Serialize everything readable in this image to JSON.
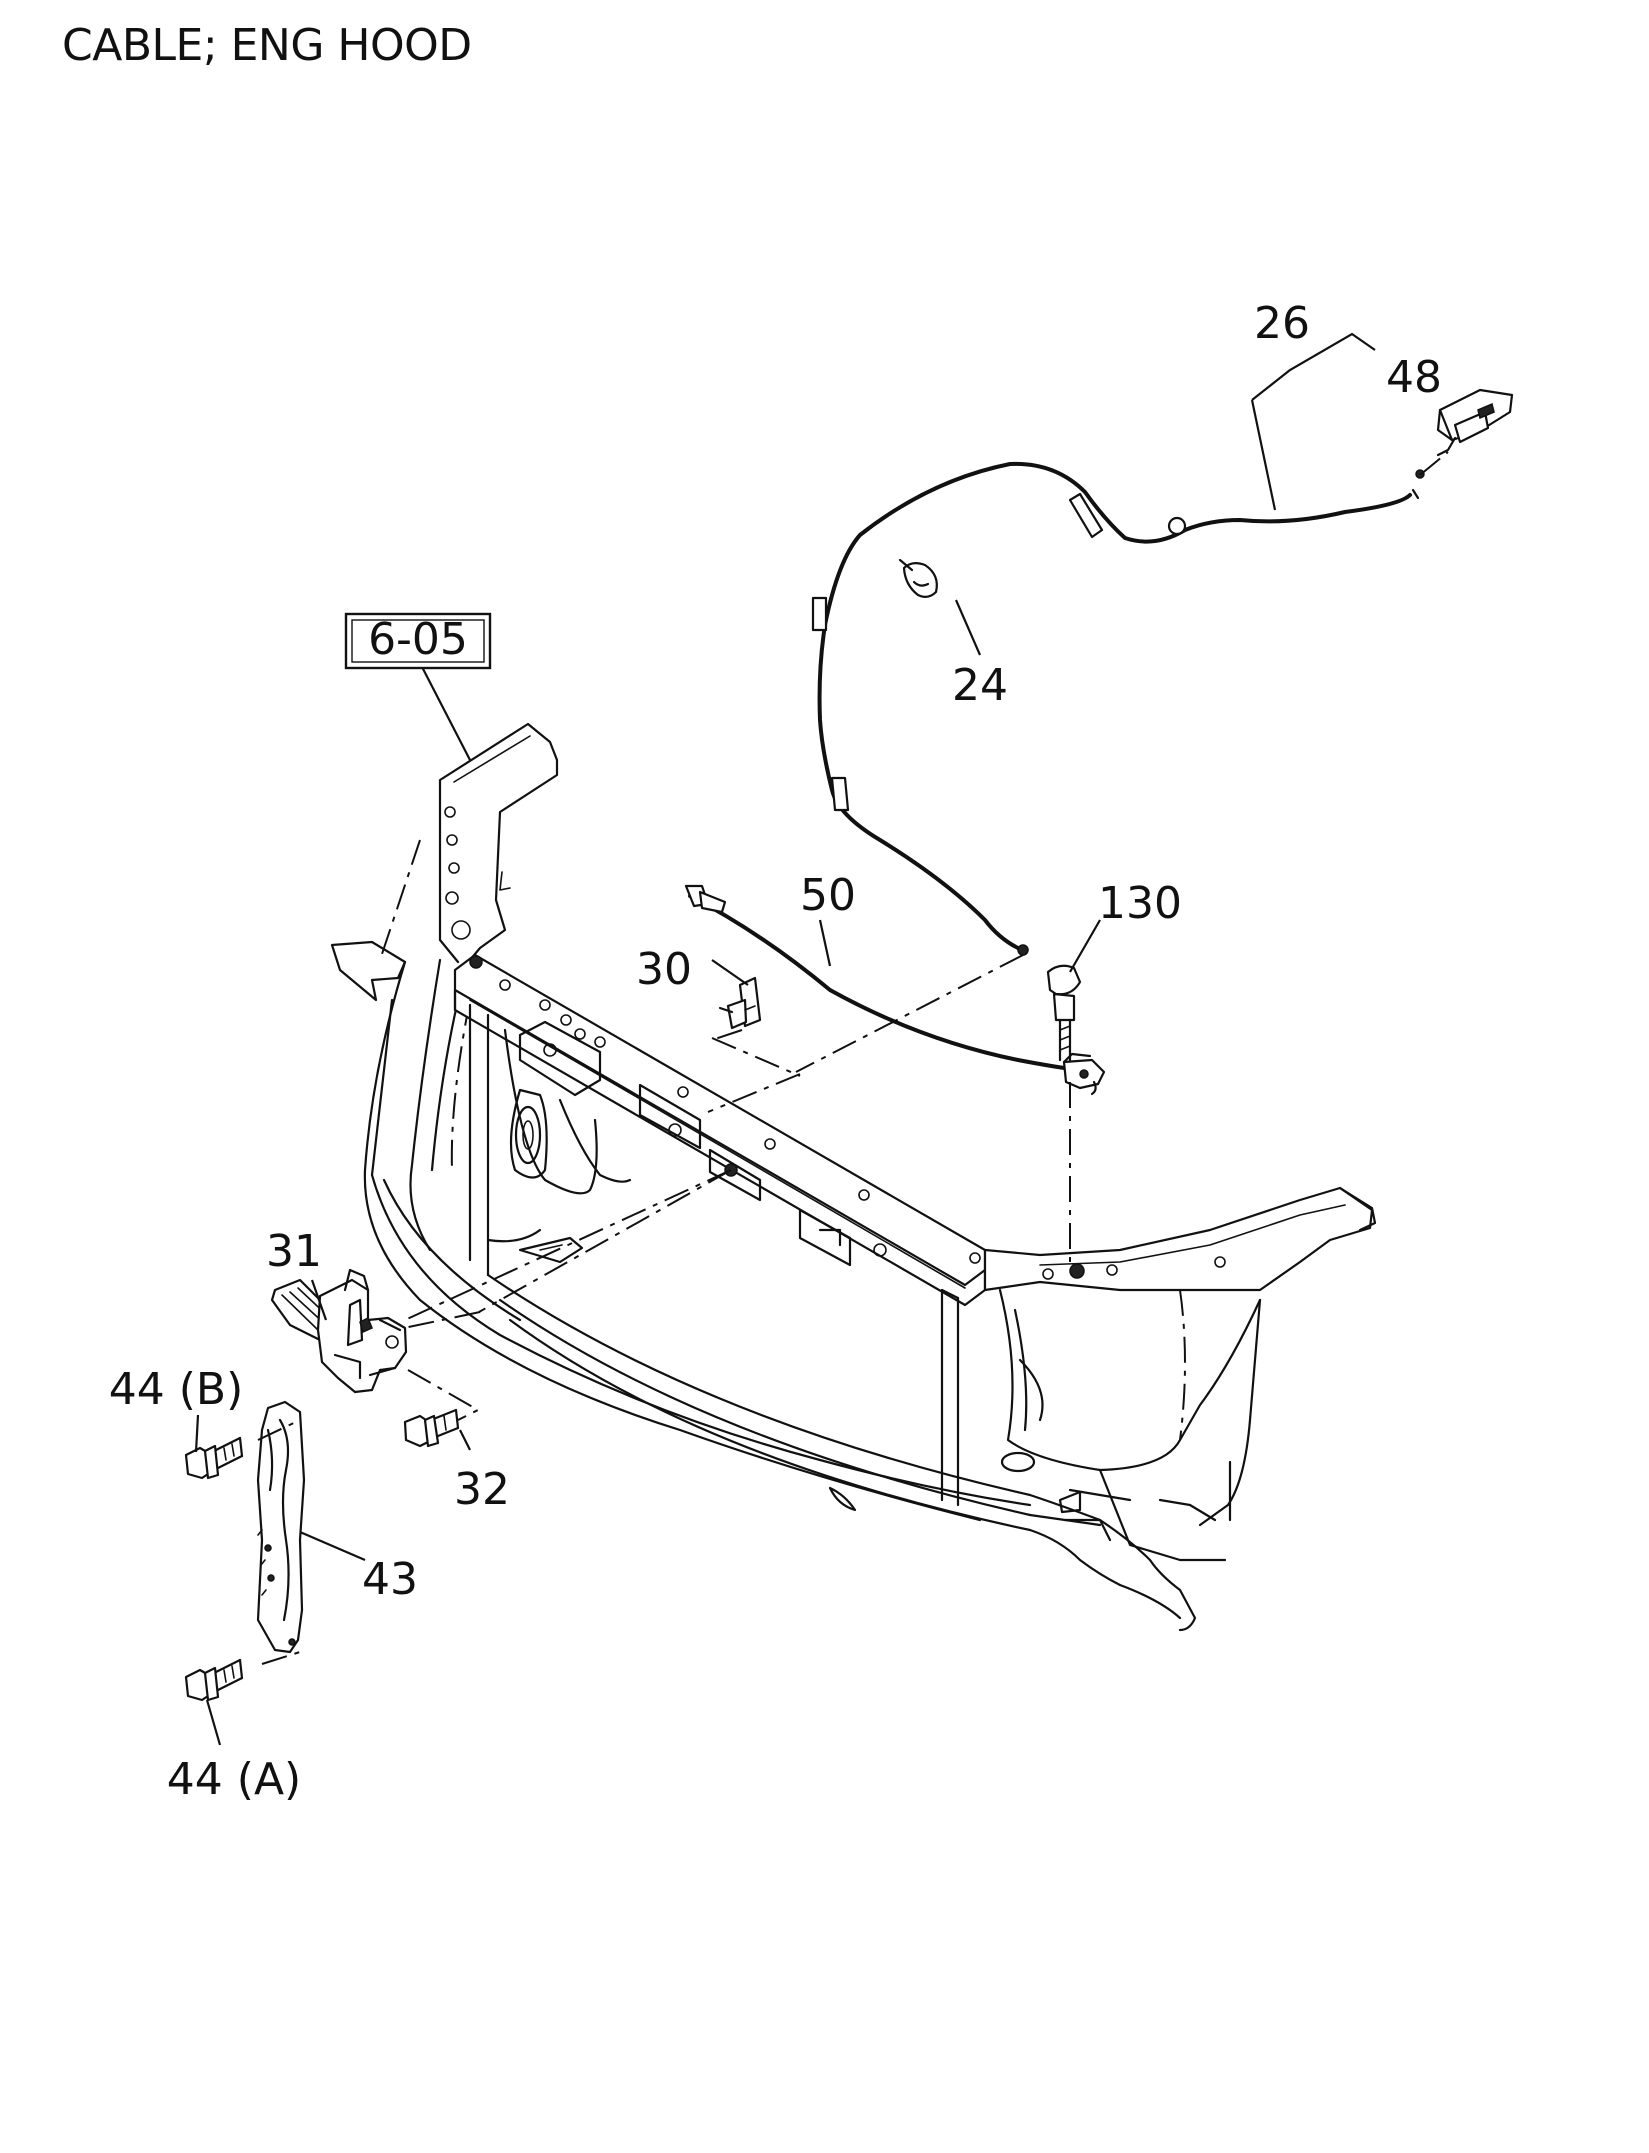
{
  "title": "CABLE; ENG HOOD",
  "reference_box": "6-05",
  "callouts": [
    {
      "id": "label-26",
      "text": "26"
    },
    {
      "id": "label-48",
      "text": "48"
    },
    {
      "id": "label-24",
      "text": "24"
    },
    {
      "id": "label-50",
      "text": "50"
    },
    {
      "id": "label-130",
      "text": "130"
    },
    {
      "id": "label-30",
      "text": "30"
    },
    {
      "id": "label-31",
      "text": "31"
    },
    {
      "id": "label-44b",
      "text": "44 (B)"
    },
    {
      "id": "label-32",
      "text": "32"
    },
    {
      "id": "label-43",
      "text": "43"
    },
    {
      "id": "label-44a",
      "text": "44 (A)"
    }
  ]
}
